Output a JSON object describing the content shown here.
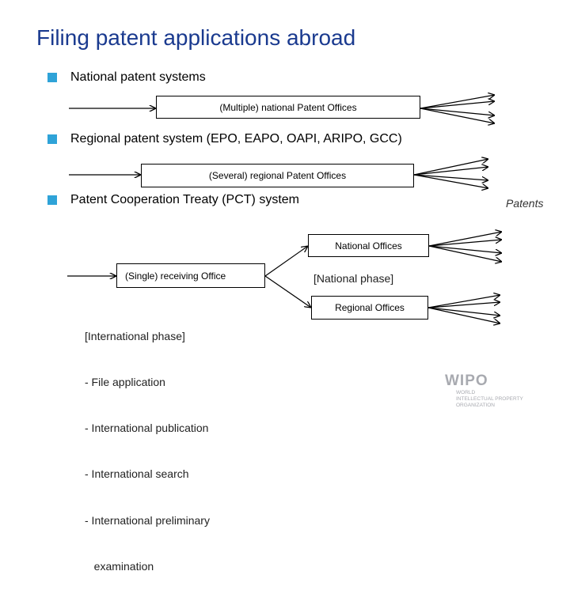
{
  "title": "Filing patent applications abroad",
  "sections": [
    {
      "label": "National patent systems",
      "box": "(Multiple) national Patent Offices"
    },
    {
      "label": "Regional patent system (EPO, EAPO, OAPI, ARIPO, GCC)",
      "box": "(Several) regional Patent Offices"
    },
    {
      "label": "Patent Cooperation Treaty (PCT) system"
    }
  ],
  "patents_label": "Patents",
  "pct": {
    "receiving_office": "(Single) receiving Office",
    "national_offices": "National Offices",
    "regional_offices": "Regional Offices",
    "national_phase": "[National phase]",
    "international_phase": [
      "[International phase]",
      "- File application",
      "- International publication",
      "- International search",
      "- International preliminary",
      "   examination"
    ]
  },
  "logo": {
    "name": "WIPO",
    "lines": [
      "WORLD",
      "INTELLECTUAL PROPERTY",
      "ORGANIZATION"
    ]
  },
  "colors": {
    "title": "#1a3a8f",
    "bullet": "#2fa3d8",
    "logo": "#a8aab0"
  }
}
